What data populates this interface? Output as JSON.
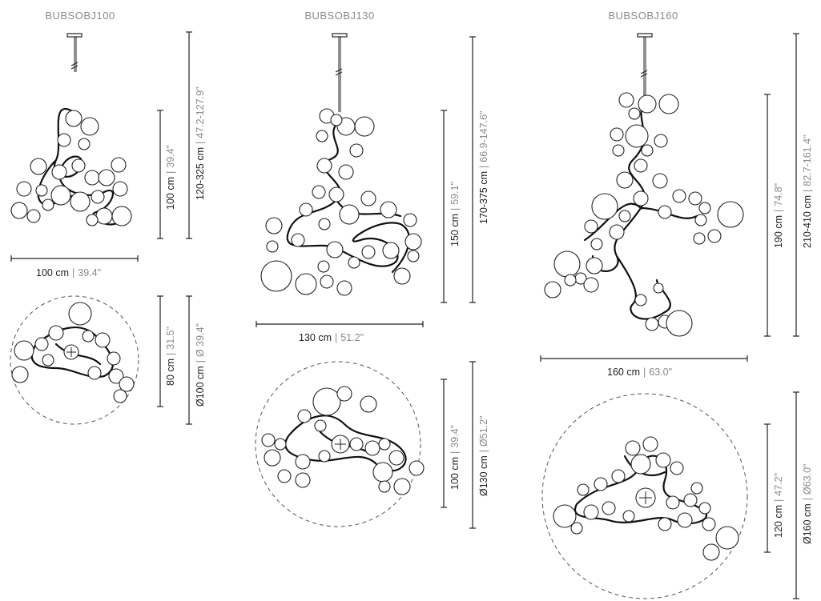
{
  "models": [
    {
      "title": "BUBSOBJ100",
      "width_cm": "100 cm",
      "width_in": "39.4\"",
      "height_cm": "100 cm",
      "height_in": "39.4\"",
      "drop_cm": "120-325 cm",
      "drop_in": "47.2-127.9\"",
      "plan_height_cm": "80 cm",
      "plan_height_in": "31.5\"",
      "plan_diam_cm": "Ø100 cm",
      "plan_diam_in": "Ø 39.4\""
    },
    {
      "title": "BUBSOBJ130",
      "width_cm": "130 cm",
      "width_in": "51.2\"",
      "height_cm": "150 cm",
      "height_in": "59.1\"",
      "drop_cm": "170-375 cm",
      "drop_in": "66.9-147.6\"",
      "plan_height_cm": "100 cm",
      "plan_height_in": "39.4\"",
      "plan_diam_cm": "Ø130 cm",
      "plan_diam_in": "Ø51.2\""
    },
    {
      "title": "BUBSOBJ160",
      "width_cm": "160 cm",
      "width_in": "63.0\"",
      "height_cm": "190 cm",
      "height_in": "74.8\"",
      "drop_cm": "210-410 cm",
      "drop_in": "82.7-161.4\"",
      "plan_height_cm": "120 cm",
      "plan_height_in": "47.2\"",
      "plan_diam_cm": "Ø160 cm",
      "plan_diam_in": "Ø63.0\""
    }
  ],
  "separator": "|"
}
